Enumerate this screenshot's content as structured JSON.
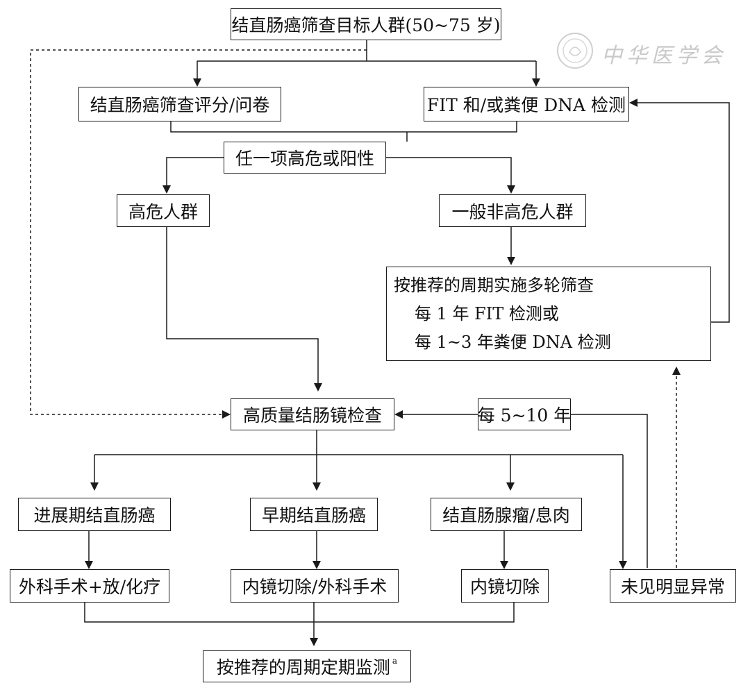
{
  "nodes": {
    "target": "结直肠癌筛查目标人群(50~75 岁)",
    "questionnaire": "结直肠癌筛查评分/问卷",
    "fit_dna": "FIT 和/或粪便 DNA 检测",
    "any_positive": "任一项高危或阳性",
    "high_risk": "高危人群",
    "general": "一般非高危人群",
    "periodic": {
      "line1": "按推荐的周期实施多轮筛查",
      "line2": "每 1 年 FIT 检测或",
      "line3": "每 1~3 年粪便 DNA 检测"
    },
    "colonoscopy": "高质量结肠镜检查",
    "interval": "每 5~10 年",
    "advanced": "进展期结直肠癌",
    "early": "早期结直肠癌",
    "adenoma": "结直肠腺瘤/息肉",
    "surgery": "外科手术+放/化疗",
    "endo_or_surgery": "内镜切除/外科手术",
    "endo": "内镜切除",
    "normal": "未见明显异常",
    "monitor": "按推荐的周期定期监测",
    "monitor_note": "a"
  },
  "watermark": {
    "text": "中华医学会"
  }
}
